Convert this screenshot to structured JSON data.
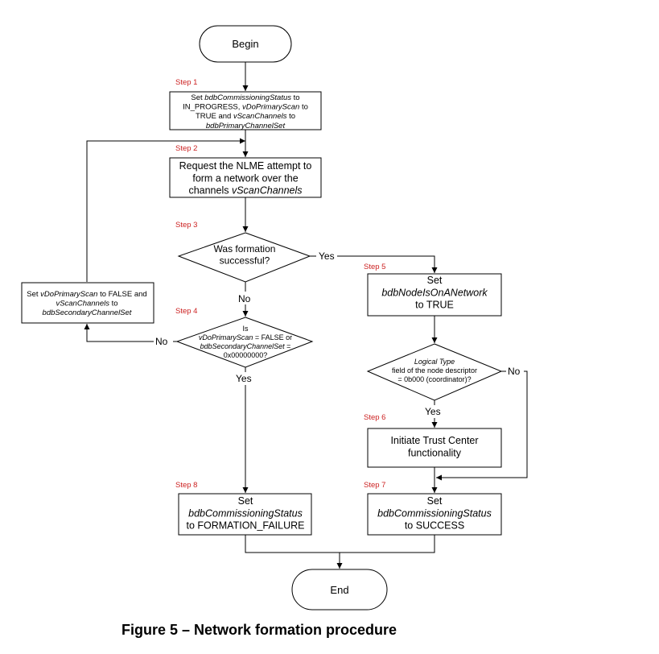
{
  "colors": {
    "step_label": "#cc2222",
    "line": "#000000",
    "box_fill": "#ffffff"
  },
  "steps": [
    "Step 1",
    "Step 2",
    "Step 3",
    "Step 4",
    "Step 5",
    "Step 6",
    "Step 7",
    "Step 8"
  ],
  "nodes": {
    "begin": [
      {
        "t": "Begin"
      }
    ],
    "s1": [
      {
        "t": "Set "
      },
      {
        "t": "bdbCommissioningStatus",
        "i": true
      },
      {
        "t": " to"
      },
      {
        "br": true
      },
      {
        "t": "IN_PROGRESS, "
      },
      {
        "t": "vDoPrimaryScan",
        "i": true
      },
      {
        "t": " to"
      },
      {
        "br": true
      },
      {
        "t": "TRUE and "
      },
      {
        "t": "vScanChannels",
        "i": true
      },
      {
        "t": " to"
      },
      {
        "br": true
      },
      {
        "t": "bdbPrimaryChannelSet",
        "i": true
      }
    ],
    "s2": [
      {
        "t": "Request the NLME attempt to"
      },
      {
        "br": true
      },
      {
        "t": "form a network over the"
      },
      {
        "br": true
      },
      {
        "t": "channels "
      },
      {
        "t": "vScanChannels",
        "i": true
      }
    ],
    "s3": [
      {
        "t": "Was formation"
      },
      {
        "br": true
      },
      {
        "t": "successful?"
      }
    ],
    "retry": [
      {
        "t": "Set "
      },
      {
        "t": "vDoPrimaryScan",
        "i": true
      },
      {
        "t": " to FALSE and"
      },
      {
        "br": true
      },
      {
        "t": "vScanChannels",
        "i": true
      },
      {
        "t": " to"
      },
      {
        "br": true
      },
      {
        "t": "bdbSecondaryChannelSet",
        "i": true
      }
    ],
    "s4": [
      {
        "t": "Is"
      },
      {
        "br": true
      },
      {
        "t": "vDoPrimaryScan",
        "i": true
      },
      {
        "t": " = FALSE or"
      },
      {
        "br": true
      },
      {
        "t": "bdbSecondaryChannelSet",
        "i": true
      },
      {
        "t": " ="
      },
      {
        "br": true
      },
      {
        "t": "0x00000000?"
      }
    ],
    "s5": [
      {
        "t": "Set"
      },
      {
        "br": true
      },
      {
        "t": "bdbNodeIsOnANetwork",
        "i": true
      },
      {
        "br": true
      },
      {
        "t": "to TRUE"
      }
    ],
    "lt": [
      {
        "t": "Logical Type",
        "i": true
      },
      {
        "br": true
      },
      {
        "t": "field of the node descriptor"
      },
      {
        "br": true
      },
      {
        "t": "= 0b000 (coordinator)?"
      }
    ],
    "s6": [
      {
        "t": "Initiate Trust Center"
      },
      {
        "br": true
      },
      {
        "t": "functionality"
      }
    ],
    "s7": [
      {
        "t": "Set"
      },
      {
        "br": true
      },
      {
        "t": "bdbCommissioningStatus",
        "i": true
      },
      {
        "br": true
      },
      {
        "t": "to SUCCESS"
      }
    ],
    "s8": [
      {
        "t": "Set"
      },
      {
        "br": true
      },
      {
        "t": "bdbCommissioningStatus",
        "i": true
      },
      {
        "br": true
      },
      {
        "t": "to FORMATION_FAILURE"
      }
    ],
    "end": [
      {
        "t": "End"
      }
    ]
  },
  "edge_labels": {
    "s3_yes": "Yes",
    "s3_no": "No",
    "s4_no": "No",
    "s4_yes": "Yes",
    "lt_no": "No",
    "lt_yes": "Yes"
  },
  "caption": "Figure 5 – Network formation procedure"
}
